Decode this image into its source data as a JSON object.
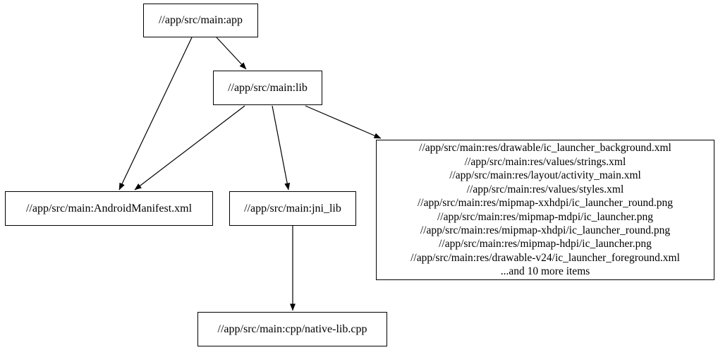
{
  "diagram": {
    "type": "directed-dependency-graph",
    "background_color": "#ffffff",
    "node_fill_color": "#ffffff",
    "node_border_color": "#000000",
    "edge_color": "#000000",
    "text_color": "#000000",
    "nodes": {
      "app": {
        "label": "//app/src/main:app"
      },
      "lib": {
        "label": "//app/src/main:lib"
      },
      "android_manifest": {
        "label": "//app/src/main:AndroidManifest.xml"
      },
      "jni_lib": {
        "label": "//app/src/main:jni_lib"
      },
      "resources": {
        "lines": [
          "//app/src/main:res/drawable/ic_launcher_background.xml",
          "//app/src/main:res/values/strings.xml",
          "//app/src/main:res/layout/activity_main.xml",
          "//app/src/main:res/values/styles.xml",
          "//app/src/main:res/mipmap-xxhdpi/ic_launcher_round.png",
          "//app/src/main:res/mipmap-mdpi/ic_launcher.png",
          "//app/src/main:res/mipmap-xhdpi/ic_launcher_round.png",
          "//app/src/main:res/mipmap-hdpi/ic_launcher.png",
          "//app/src/main:res/drawable-v24/ic_launcher_foreground.xml",
          "...and 10 more items"
        ]
      },
      "native_lib_cpp": {
        "label": "//app/src/main:cpp/native-lib.cpp"
      }
    },
    "edges": [
      {
        "from": "app",
        "to": "lib"
      },
      {
        "from": "app",
        "to": "android_manifest"
      },
      {
        "from": "lib",
        "to": "android_manifest"
      },
      {
        "from": "lib",
        "to": "jni_lib"
      },
      {
        "from": "lib",
        "to": "resources"
      },
      {
        "from": "jni_lib",
        "to": "native_lib_cpp"
      }
    ]
  }
}
